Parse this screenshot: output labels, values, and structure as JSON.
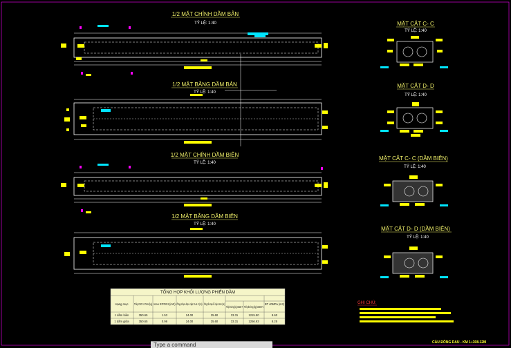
{
  "drawing": {
    "elevations": [
      {
        "title": "1/2 MẶT CHÍNH DẦM BẢN",
        "scale": "TỶ LỆ: 1:40"
      },
      {
        "title": "1/2 MẶT BẰNG DẦM BẢN",
        "scale": "TỶ LỆ: 1:40"
      },
      {
        "title": "1/2 MẶT CHÍNH DẦM BIÊN",
        "scale": "TỶ LỆ: 1:40"
      },
      {
        "title": "1/2 MẶT BẰNG DẦM BIÊN",
        "scale": "TỶ LỆ: 1:40"
      }
    ],
    "sections": [
      {
        "title": "MẶT CẮT C- C",
        "scale": "TỶ LỆ: 1:40"
      },
      {
        "title": "MẶT CẮT D- D",
        "scale": "TỶ LỆ: 1:40"
      },
      {
        "title": "MẶT CẮT C- C (DẦM BIÊN)",
        "scale": "TỶ LỆ: 1:40"
      },
      {
        "title": "MẶT CẮT D- D (DẦM BIÊN)",
        "scale": "TỶ LỆ: 1:40"
      }
    ],
    "notes_title": "GHI CHÚ:",
    "title_block": "CẦU ĐÔNG DAU - KM 1+308.12M"
  },
  "quantity_table": {
    "title": "TỔNG HỢP KHỐI LƯỢNG PHIẾN DẦM",
    "headers": [
      "Hạng mục",
      "Thép CĐC 12.7mm (kg)",
      "Keo EPOXI (m3)",
      "Ống nhựa bọc cáp D=5.2 (m)",
      "Ống tôn tạo lỗ cáp 1mm (m)",
      "Thép thường (kg) CB240-T",
      "Thép thường (kg) CB400-V",
      "BT 40MPa (m3)"
    ],
    "rows": [
      [
        "1 dầm biên",
        "350.65",
        "1.53",
        "24.00",
        "25.60",
        "33.31",
        "1215.50",
        "8.60"
      ],
      [
        "1 dầm giữa",
        "350.65",
        "0.96",
        "24.00",
        "25.60",
        "33.31",
        "1256.93",
        "8.25"
      ]
    ]
  },
  "command_line": {
    "text": "Type a command"
  },
  "colors": {
    "background": "#000000",
    "line": "#ffffff",
    "dim": "#ffff00",
    "accent": "#00e5ff",
    "marker": "#ff00ff",
    "note": "#ff3b3b"
  }
}
